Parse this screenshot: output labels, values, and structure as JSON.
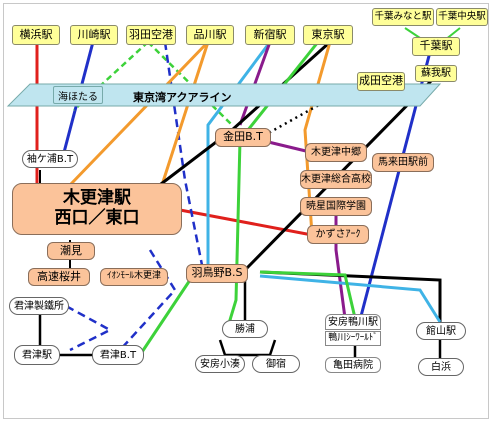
{
  "stations": {
    "yokohama": "横浜駅",
    "kawasaki": "川崎駅",
    "haneda": "羽田空港",
    "shinagawa": "品川駅",
    "shinjuku": "新宿駅",
    "tokyo": "東京駅",
    "chiba_minato": "千葉みなと駅",
    "chiba_chuo": "千葉中央駅",
    "chiba": "千葉駅",
    "soga": "蘇我駅",
    "narita": "成田空港",
    "umihotaru": "海ほたる",
    "aqualine": "東京湾アクアライン",
    "sodegaura": "袖ケ浦B.T",
    "kaneda": "金田B.T",
    "kisarazu_chugo": "木更津中郷",
    "kisarazu_sogo": "木更津総合高校",
    "gyosei": "暁星国際学園",
    "kazusa": "かずさｱｰｸ",
    "maguta": "馬来田駅前",
    "kisarazu_main_1": "木更津駅",
    "kisarazu_main_2": "西口／東口",
    "shiomi": "潮見",
    "kosoku": "高速桜井",
    "aeon": "ｲｵﾝﾓｰﾙ木更津",
    "hatorino": "羽鳥野B.S",
    "kimitsu_seitetsu": "君津製鐵所",
    "kimitsu": "君津駅",
    "kimitsu_bt": "君津B.T",
    "katsuura": "勝浦",
    "awa_kominato": "安房小湊",
    "onjuku": "御宿",
    "awa_kamogawa": "安房鴨川駅",
    "kamogawa_seaworld": "鴨川ｼｰﾜｰﾙﾄﾞ",
    "kameda": "亀田病院",
    "tateyama": "館山駅",
    "shirahama": "白浜"
  },
  "colors": {
    "red": "#e0201c",
    "blue": "#2030c8",
    "green": "#3dd23a",
    "orange": "#f39a2d",
    "black": "#000000",
    "purple": "#8a1b8c",
    "lightblue": "#3fb3e6",
    "dashed_green": "#3dd23a",
    "dashed_blue": "#2030c8",
    "dotted_black": "#000000"
  }
}
